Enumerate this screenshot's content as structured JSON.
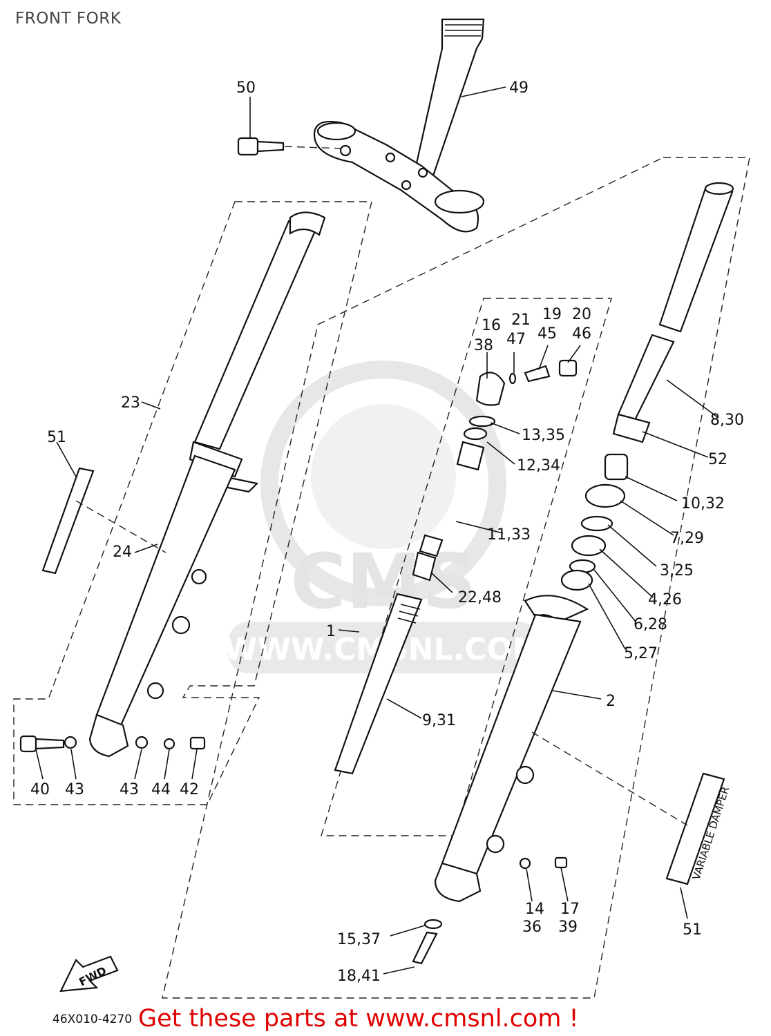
{
  "title": "FRONT FORK",
  "footer": "Get these parts at www.cmsnl.com !",
  "diagram_code": "46X010-4270",
  "fwd_label": "FWD",
  "variable_damper_label": "VARIABLE DAMPER",
  "watermark": "WWW.CMSNL.COM",
  "watermark_logo": "CMS",
  "labels": {
    "l1": "1",
    "l2": "2",
    "l830": "8,30",
    "l52": "52",
    "l1032": "10,32",
    "l729": "7,29",
    "l325": "3,25",
    "l426": "4,26",
    "l628": "6,28",
    "l527": "5,27",
    "l16": "16",
    "l38": "38",
    "l21": "21",
    "l47": "47",
    "l19": "19",
    "l45": "45",
    "l20": "20",
    "l46": "46",
    "l1335": "13,35",
    "l1234": "12,34",
    "l1133": "11,33",
    "l2248": "22,48",
    "l931": "9,31",
    "l23": "23",
    "l24": "24",
    "l51a": "51",
    "l51b": "51",
    "l49": "49",
    "l50": "50",
    "l40": "40",
    "l43a": "43",
    "l43b": "43",
    "l44": "44",
    "l42": "42",
    "l14": "14",
    "l36": "36",
    "l17": "17",
    "l39": "39",
    "l1537": "15,37",
    "l1841": "18,41"
  },
  "colors": {
    "footer": "#e00000",
    "lines": "#111111",
    "watermark": "#d8d8d8"
  },
  "icons": [
    "fwd-arrow-icon",
    "cms-logo-icon"
  ]
}
